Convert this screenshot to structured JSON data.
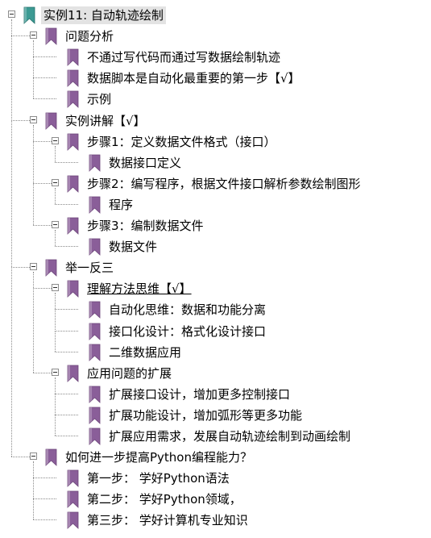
{
  "colors": {
    "root_bookmark": "#3c9a93",
    "bookmark": "#8a5e99",
    "root_highlight": "#e3e3e3"
  },
  "icons": {
    "bookmark": "bookmark-icon",
    "collapse": "minus-box-icon"
  },
  "tree": [
    {
      "label": "实例11: 自动轨迹绘制",
      "level": 0,
      "expanded": true,
      "root": true
    },
    {
      "label": "问题分析",
      "level": 1,
      "expanded": true
    },
    {
      "label": "不通过写代码而通过写数据绘制轨迹",
      "level": 2
    },
    {
      "label": "数据脚本是自动化最重要的第一步【√】",
      "level": 2
    },
    {
      "label": "示例",
      "level": 2
    },
    {
      "label": "实例讲解【√】",
      "level": 1,
      "expanded": true
    },
    {
      "label": "步骤1：定义数据文件格式（接口）",
      "level": 2,
      "expanded": true
    },
    {
      "label": "数据接口定义",
      "level": 3
    },
    {
      "label": "步骤2：编写程序，根据文件接口解析参数绘制图形",
      "level": 2,
      "expanded": true
    },
    {
      "label": "程序",
      "level": 3
    },
    {
      "label": "步骤3：编制数据文件",
      "level": 2,
      "expanded": true
    },
    {
      "label": "数据文件",
      "level": 3
    },
    {
      "label": "举一反三",
      "level": 1,
      "expanded": true
    },
    {
      "label": "理解方法思维【√】",
      "level": 2,
      "expanded": true,
      "underline": true
    },
    {
      "label": "自动化思维：数据和功能分离",
      "level": 3
    },
    {
      "label": "接口化设计：格式化设计接口",
      "level": 3
    },
    {
      "label": " 二维数据应用",
      "level": 3
    },
    {
      "label": "应用问题的扩展",
      "level": 2,
      "expanded": true
    },
    {
      "label": "扩展接口设计，增加更多控制接口",
      "level": 3
    },
    {
      "label": "扩展功能设计，增加弧形等更多功能",
      "level": 3
    },
    {
      "label": "扩展应用需求，发展自动轨迹绘制到动画绘制",
      "level": 3
    },
    {
      "label": "如何进一步提高Python编程能力？",
      "level": 1,
      "expanded": true
    },
    {
      "label": "第一步： 学好Python语法",
      "level": 2
    },
    {
      "label": "第二步： 学好Python领域，",
      "level": 2
    },
    {
      "label": "第三步： 学好计算机专业知识",
      "level": 2
    }
  ]
}
